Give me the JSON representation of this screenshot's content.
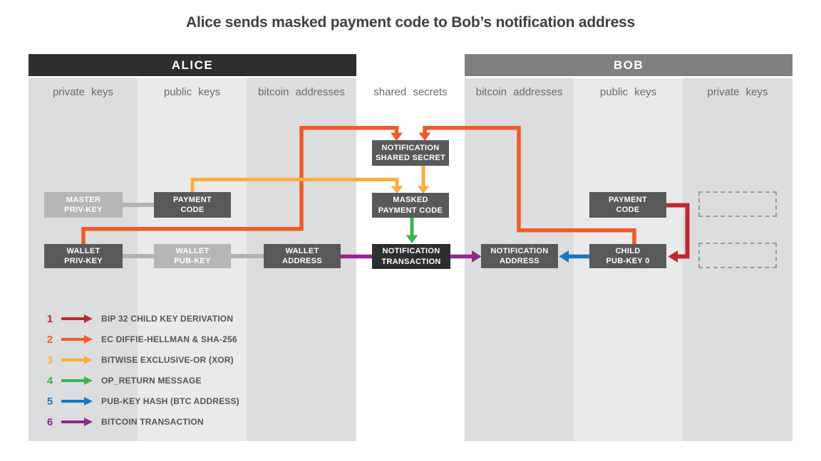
{
  "title": "Alice sends masked payment code to Bob’s notification address",
  "colors": {
    "red": "#c1272d",
    "orange": "#f15a24",
    "yellow": "#fbae3d",
    "green": "#3bb54a",
    "blue": "#1b75bb",
    "purple": "#92278f"
  },
  "panels": {
    "alice": {
      "title": "ALICE",
      "columns": [
        "private keys",
        "public keys",
        "bitcoin addresses"
      ]
    },
    "center_column": "shared secrets",
    "bob": {
      "title": "BOB",
      "columns": [
        "bitcoin addresses",
        "public keys",
        "private keys"
      ]
    }
  },
  "boxes": {
    "master_priv_key": {
      "line1": "MASTER",
      "line2": "PRIV-KEY"
    },
    "payment_code_alice": {
      "line1": "PAYMENT",
      "line2": "CODE"
    },
    "notification_shared_secret": {
      "line1": "NOTIFICATION",
      "line2": "SHARED SECRET"
    },
    "masked_payment_code": {
      "line1": "MASKED",
      "line2": "PAYMENT CODE"
    },
    "notification_transaction": {
      "line1": "NOTIFICATION",
      "line2": "TRANSACTION"
    },
    "wallet_priv_key": {
      "line1": "WALLET",
      "line2": "PRIV-KEY"
    },
    "wallet_pub_key": {
      "line1": "WALLET",
      "line2": "PUB-KEY"
    },
    "wallet_address": {
      "line1": "WALLET",
      "line2": "ADDRESS"
    },
    "notification_address": {
      "line1": "NOTIFICATION",
      "line2": "ADDRESS"
    },
    "child_pub_key_0": {
      "line1": "CHILD",
      "line2": "PUB-KEY 0"
    },
    "payment_code_bob": {
      "line1": "PAYMENT",
      "line2": "CODE"
    }
  },
  "legend": {
    "items": [
      {
        "num": "1",
        "color": "#c1272d",
        "label": "BIP 32 CHILD KEY DERIVATION"
      },
      {
        "num": "2",
        "color": "#f15a24",
        "label": "EC DIFFIE-HELLMAN & SHA-256"
      },
      {
        "num": "3",
        "color": "#fbae3d",
        "label": "BITWISE EXCLUSIVE-OR (XOR)"
      },
      {
        "num": "4",
        "color": "#3bb54a",
        "label": "OP_RETURN MESSAGE"
      },
      {
        "num": "5",
        "color": "#1b75bb",
        "label": "PUB-KEY HASH (BTC ADDRESS)"
      },
      {
        "num": "6",
        "color": "#92278f",
        "label": "BITCOIN TRANSACTION"
      }
    ]
  }
}
